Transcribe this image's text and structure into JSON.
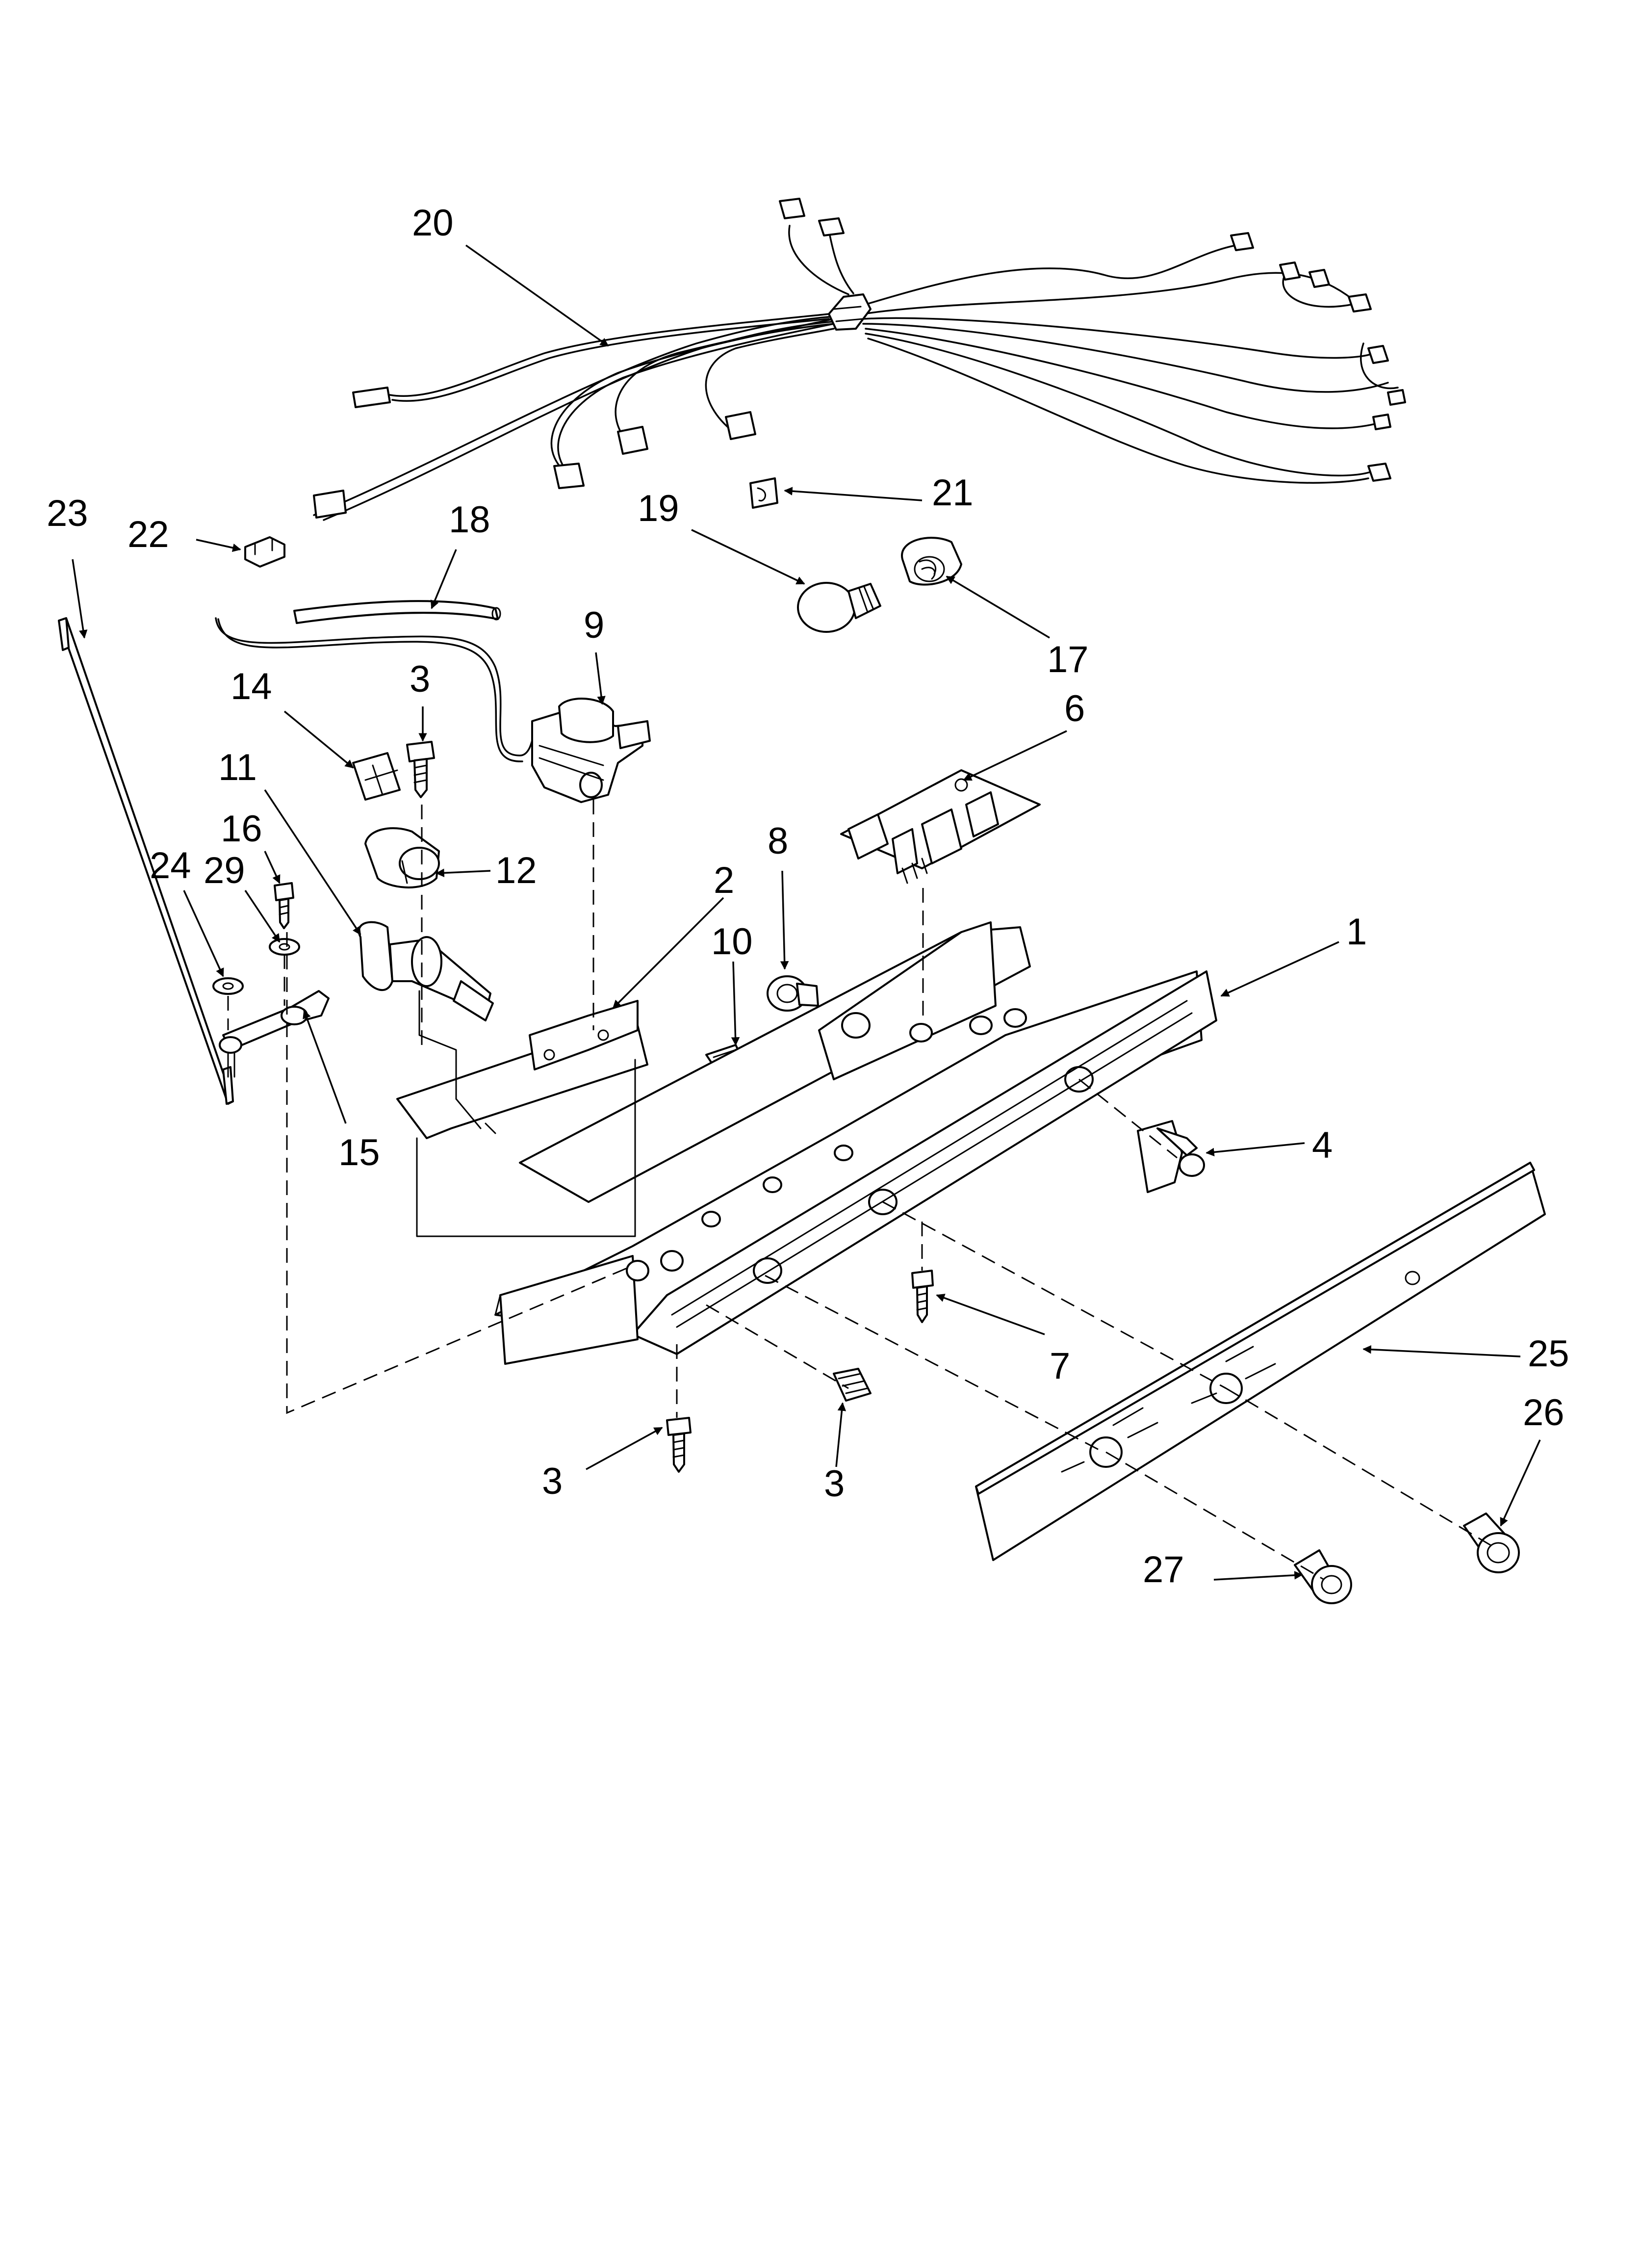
{
  "diagram": {
    "callouts": [
      {
        "id": "c20",
        "text": "20"
      },
      {
        "id": "c21",
        "text": "21"
      },
      {
        "id": "c19",
        "text": "19"
      },
      {
        "id": "c23",
        "text": "23"
      },
      {
        "id": "c22",
        "text": "22"
      },
      {
        "id": "c18",
        "text": "18"
      },
      {
        "id": "c17",
        "text": "17"
      },
      {
        "id": "c9",
        "text": "9"
      },
      {
        "id": "c14",
        "text": "14"
      },
      {
        "id": "c3a",
        "text": "3"
      },
      {
        "id": "c6",
        "text": "6"
      },
      {
        "id": "c11",
        "text": "11"
      },
      {
        "id": "c16",
        "text": "16"
      },
      {
        "id": "c8",
        "text": "8"
      },
      {
        "id": "c24",
        "text": "24"
      },
      {
        "id": "c29",
        "text": "29"
      },
      {
        "id": "c12",
        "text": "12"
      },
      {
        "id": "c2",
        "text": "2"
      },
      {
        "id": "c1",
        "text": "1"
      },
      {
        "id": "c10",
        "text": "10"
      },
      {
        "id": "c4",
        "text": "4"
      },
      {
        "id": "c15",
        "text": "15"
      },
      {
        "id": "c7",
        "text": "7"
      },
      {
        "id": "c25",
        "text": "25"
      },
      {
        "id": "c26",
        "text": "26"
      },
      {
        "id": "c3b",
        "text": "3"
      },
      {
        "id": "c3c",
        "text": "3"
      },
      {
        "id": "c27",
        "text": "27"
      }
    ]
  }
}
